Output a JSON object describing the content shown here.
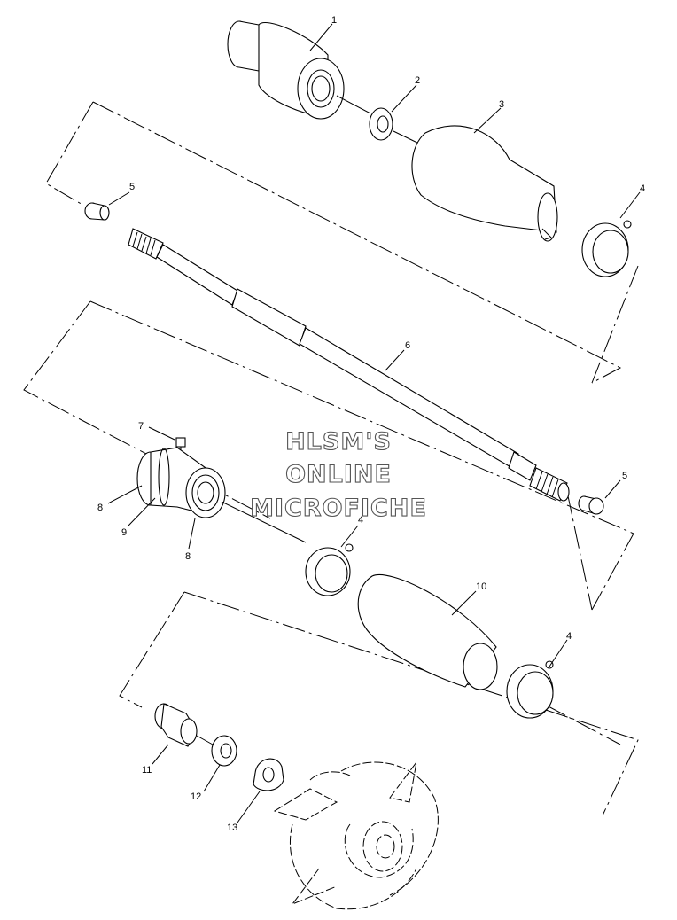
{
  "labels": {
    "l1": "1",
    "l2": "2",
    "l3": "3",
    "l4a": "4",
    "l5a": "5",
    "l6": "6",
    "l7": "7",
    "l5b": "5",
    "l8a": "8",
    "l9": "9",
    "l8b": "8",
    "l4b": "4",
    "l10": "10",
    "l4c": "4",
    "l11": "11",
    "l12": "12",
    "l13": "13"
  },
  "watermark": {
    "line1": "HLSM'S",
    "line2": "ONLINE",
    "line3": "MICROFICHE"
  }
}
